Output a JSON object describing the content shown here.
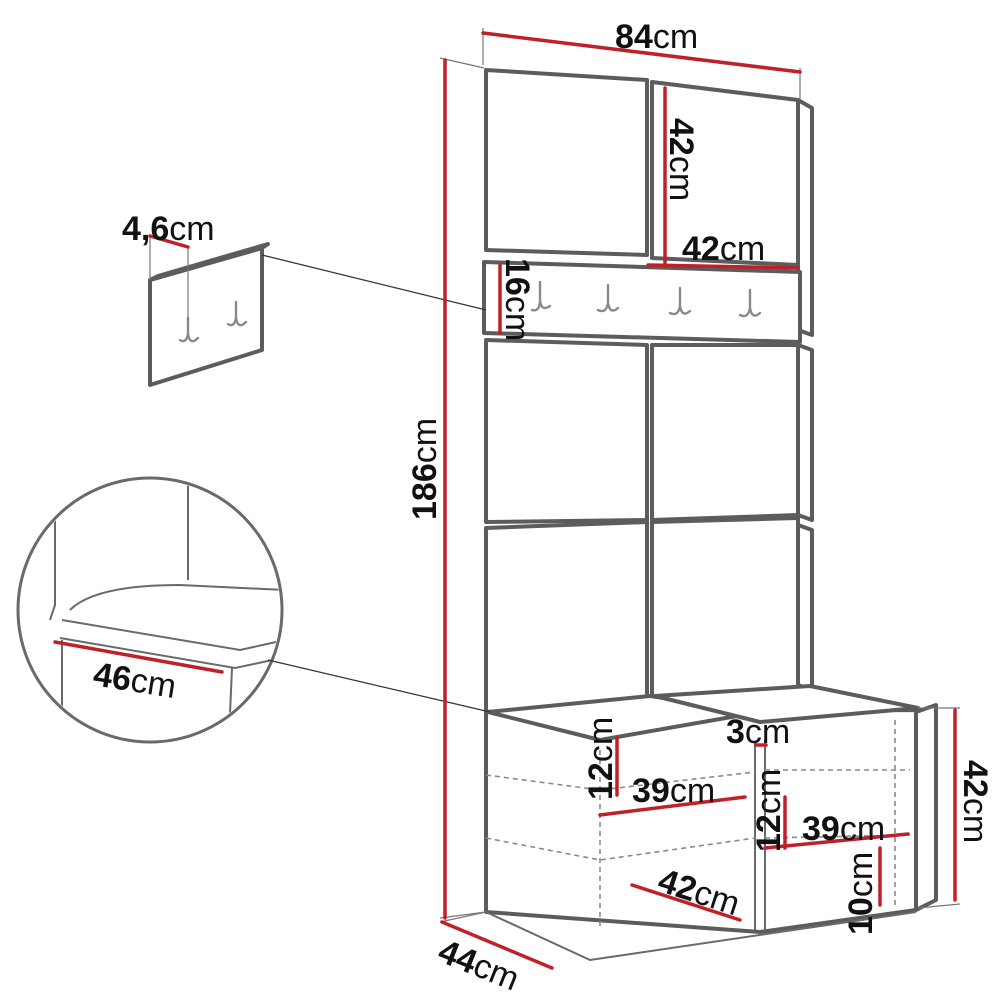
{
  "unit": "cm",
  "dimensions": {
    "total_width": "84",
    "total_height": "186",
    "depth": "44",
    "panel_height": "42",
    "panel_width": "42",
    "hook_rail_height": "16",
    "hook_rail_depth": "4,6",
    "seat_depth": "46",
    "bench_height": "42",
    "divider_thickness": "3",
    "left_shelf_spacing": "12",
    "left_shelf_width": "39",
    "right_shelf_spacing": "12",
    "right_shelf_width": "39",
    "bottom_compartment_width": "42",
    "right_bottom_gap": "10"
  },
  "colors": {
    "dimension_line": "#c0202a",
    "outline": "#5c5c5c",
    "text": "#111111"
  },
  "icons": [
    "coat-hook-icon"
  ]
}
